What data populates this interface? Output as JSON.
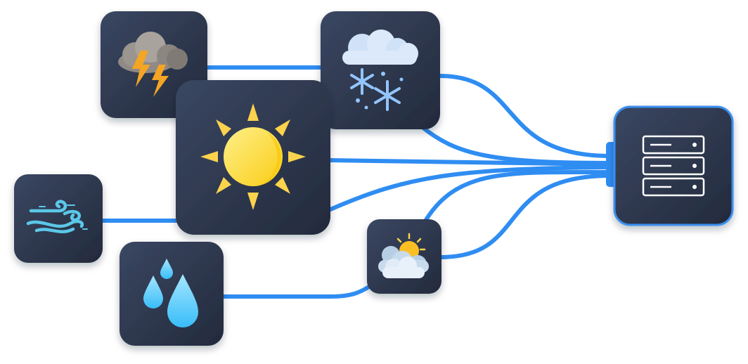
{
  "colors": {
    "connector": "#2f8df2",
    "tile_light": "#3a4762",
    "tile_dark": "#232a3c",
    "server_tile_border": "#3b8ff0",
    "sun": "#fde047",
    "sun_ray": "#fcd34d",
    "rain_drop": "#7dd3fc",
    "snowflake": "#93c5fd",
    "wind": "#5bc8e8",
    "cloud_light": "#dbe9fa",
    "storm_cloud": "#8f8a85",
    "lightning": "#f5a524",
    "server_icon_stroke": "#ffffff"
  },
  "nodes": [
    {
      "id": "thunderstorm",
      "icon": "thunderstorm-icon"
    },
    {
      "id": "snow",
      "icon": "snow-cloud-icon"
    },
    {
      "id": "sun",
      "icon": "sun-icon"
    },
    {
      "id": "wind",
      "icon": "wind-icon"
    },
    {
      "id": "rain",
      "icon": "rain-drops-icon"
    },
    {
      "id": "partly-cloudy",
      "icon": "partly-cloudy-icon"
    },
    {
      "id": "server",
      "icon": "server-rack-icon"
    }
  ],
  "connections": [
    {
      "from": "thunderstorm",
      "to": "snow"
    },
    {
      "from": "snow",
      "to": "server"
    },
    {
      "from": "sun",
      "to": "server"
    },
    {
      "from": "wind",
      "to": "sun"
    },
    {
      "from": "rain",
      "to": "partly-cloudy"
    },
    {
      "from": "partly-cloudy",
      "to": "server"
    }
  ]
}
